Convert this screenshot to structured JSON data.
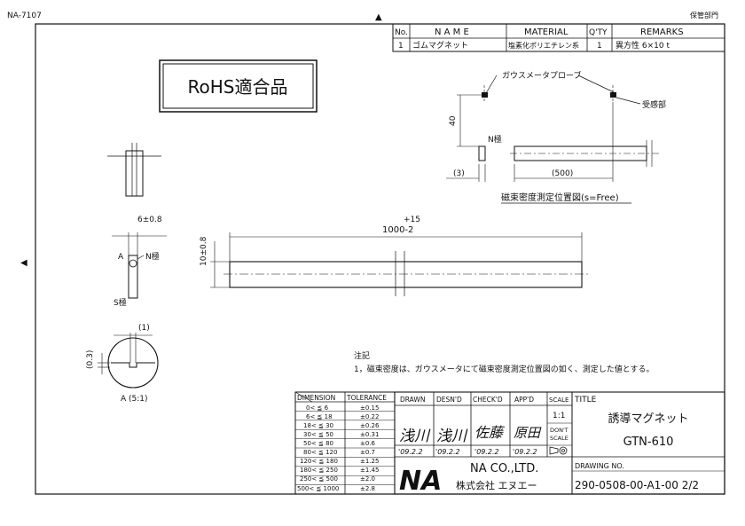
{
  "header": {
    "doc_no": "NA-7107",
    "stamp": "保管部門",
    "triangle_top": "▲",
    "triangle_left": "◀"
  },
  "parts_list": {
    "headers": [
      "No.",
      "N A M E",
      "MATERIAL",
      "Q'TY",
      "REMARKS"
    ],
    "rows": [
      [
        "1",
        "ゴムマグネット",
        "塩素化ポリエチレン系",
        "1",
        "異方性  6×10 t"
      ]
    ]
  },
  "rohs_label": "RoHS適合品",
  "measure_view": {
    "probe_label": "ガウスメータプローブ",
    "sensor_label": "受感部",
    "dim_height": "40",
    "n_pole": "N極",
    "dim_gap": "(3)",
    "dim_length": "(500)",
    "caption": "磁束密度測定位置図(s=Free)"
  },
  "side_view": {
    "dim_width": "6±0.8",
    "label_a": "A",
    "n_pole": "N極",
    "s_pole": "S極"
  },
  "main_view": {
    "dim_tol_upper": "+15",
    "dim_length": "1000-2",
    "dim_height": "10±0.8"
  },
  "detail_a": {
    "dim_top": "(1)",
    "dim_side": "(0.3)",
    "caption": "A (5:1)"
  },
  "notes": {
    "title": "注記",
    "items": [
      "1，磁束密度は、ガウスメータにて磁束密度測定位置図の如く、測定した値とする。"
    ]
  },
  "tolerance_table": {
    "headers": [
      "DIMENSION",
      "TOLERANCE"
    ],
    "rows": [
      [
        "0<  ≦  6",
        "±0.15"
      ],
      [
        "6<  ≦  18",
        "±0.22"
      ],
      [
        "18<  ≦  30",
        "±0.26"
      ],
      [
        "30<  ≦  50",
        "±0.31"
      ],
      [
        "50<  ≦  80",
        "±0.6"
      ],
      [
        "80<  ≦ 120",
        "±0.7"
      ],
      [
        "120<  ≦ 180",
        "±1.25"
      ],
      [
        "180<  ≦ 250",
        "±1.45"
      ],
      [
        "250<  ≦ 500",
        "±2.0"
      ],
      [
        "500<  ≦ 1000",
        "±2.8"
      ]
    ]
  },
  "title_block": {
    "drawn_label": "DRAWN",
    "desnd_label": "DESN'D",
    "checkd_label": "CHECK'D",
    "appd_label": "APP'D",
    "scale_label": "SCALE",
    "scale_value": "1:1",
    "dont_scale": [
      "DON'T",
      "SCALE"
    ],
    "sig_drawn": "浅川",
    "sig_desnd": "浅川",
    "sig_checkd": "佐藤",
    "sig_appd": "原田",
    "date_drawn": "'09.2.2",
    "date_desnd": "'09.2.2",
    "date_checkd": "'09.2.2",
    "date_appd": "'09.2.2",
    "logo": "NA",
    "company_en": "NA CO.,LTD.",
    "company_jp": "株式会社  エヌエー",
    "title_label": "TITLE",
    "title_jp": "誘導マグネット",
    "title_code": "GTN-610",
    "drawing_no_label": "DRAWING NO.",
    "drawing_no": "290-0508-00-A1-00 2/2"
  }
}
